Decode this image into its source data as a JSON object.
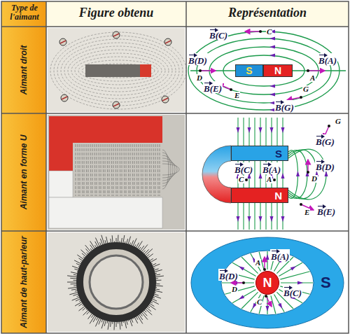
{
  "diagram": {
    "nodes": [
      {
        "text": [
          "S"
        ]
      },
      {
        "text": [
          "N"
        ]
      },
      {
        "text": [
          "S"
        ]
      },
      {
        "text": [
          "N"
        ]
      },
      {
        "text": [
          "S"
        ]
      },
      {
        "text": [
          "N"
        ],
        "in": 4
      }
    ],
    "labels": [
      "Type de l'aimant",
      "Figure obtenu",
      "Représentation",
      "Aimant droit",
      "Aimant en forme U",
      "Aimant de haut-parleur",
      "B(C)",
      "C",
      "B(D)",
      "D",
      "B(A)",
      "A",
      "B(E)",
      "E",
      "G",
      "B(G)",
      "G",
      "B(G)",
      "B(C)",
      "C",
      "B(A)",
      "A",
      "B(D)",
      "D",
      "E",
      "B(E)",
      "B(A)",
      "A",
      "B(D)",
      "D",
      "C",
      "B(C)"
    ]
  }
}
